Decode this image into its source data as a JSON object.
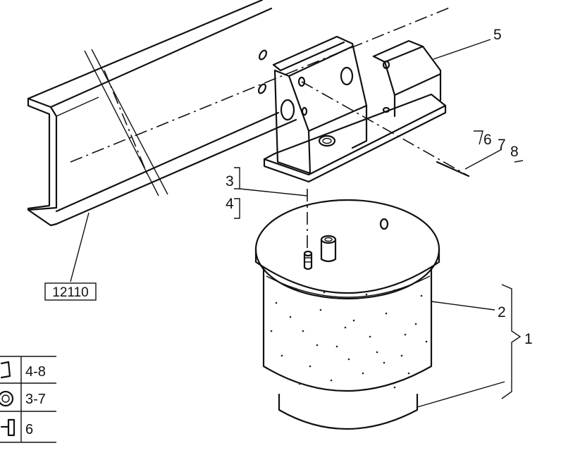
{
  "callouts": {
    "item_1": "1",
    "item_2": "2",
    "item_3": "3",
    "item_4": "4",
    "item_5": "5",
    "item_6": "6",
    "item_7": "7",
    "item_8": "8"
  },
  "reference": {
    "frame_ref": "12110"
  },
  "torque_table": {
    "rows": [
      {
        "icon": "nut-icon",
        "value": "4-8"
      },
      {
        "icon": "washer-icon",
        "value": "3-7"
      },
      {
        "icon": "bolt-icon",
        "value": "6"
      }
    ]
  }
}
